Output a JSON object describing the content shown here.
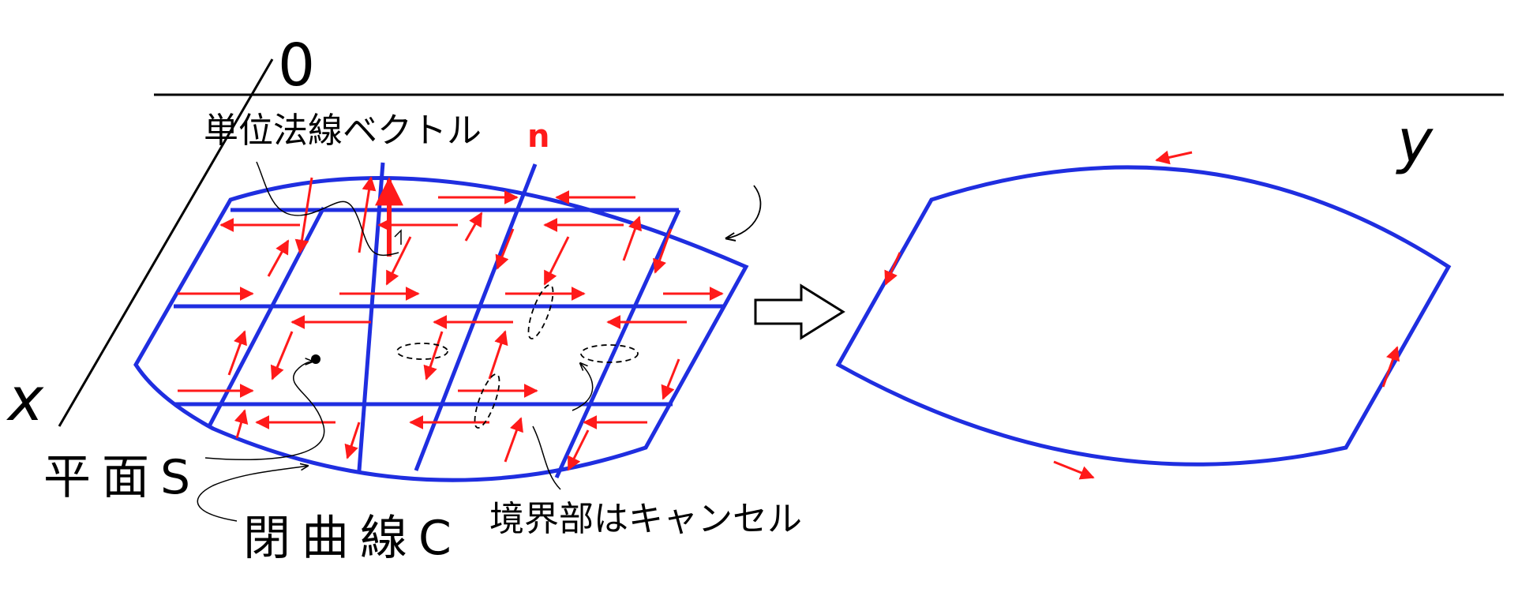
{
  "labels": {
    "origin": "0",
    "x_axis": "x",
    "y_axis": "y",
    "normal_vector": "単位法線ベクトル",
    "normal_symbol": "n",
    "surface": "平面S",
    "closed_curve": "閉曲線C",
    "boundary_cancel": "境界部はキャンセル"
  },
  "colors": {
    "grid": "#1f2ee0",
    "arrows": "#ff1a1a",
    "lines": "#000000",
    "background": "#ffffff"
  },
  "icons": {
    "transform_arrow": "hollow-right-arrow"
  }
}
